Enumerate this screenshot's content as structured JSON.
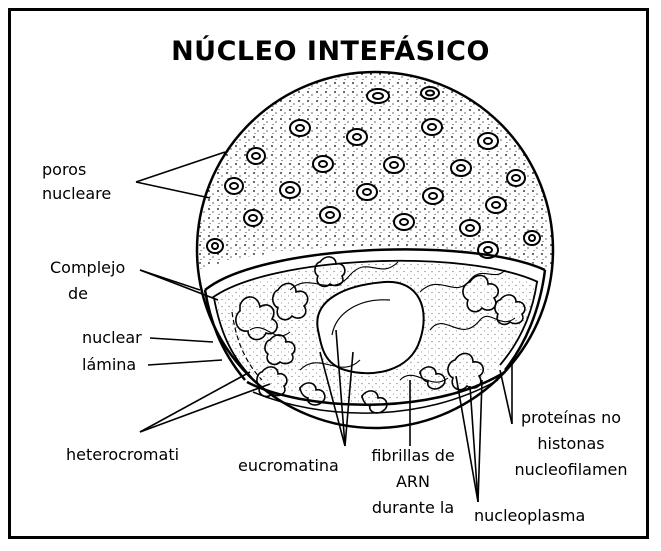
{
  "title": "NÚCLEO INTEFÁSICO",
  "labels": {
    "poros_1": "poros",
    "poros_2": "nucleare",
    "complejo_1": "Complejo",
    "complejo_2": "de",
    "nuclear": "nuclear",
    "lamina": "lámina",
    "heterocromati": "heterocromati",
    "eucromatina": "eucromatina",
    "fibrillas_1": "fibrillas de",
    "fibrillas_2": "ARN",
    "fibrillas_3": "durante la",
    "nucleoplasma": "nucleoplasma",
    "proteinas_1": "proteínas no",
    "proteinas_2": "histonas",
    "proteinas_3": "nucleofilamen"
  }
}
